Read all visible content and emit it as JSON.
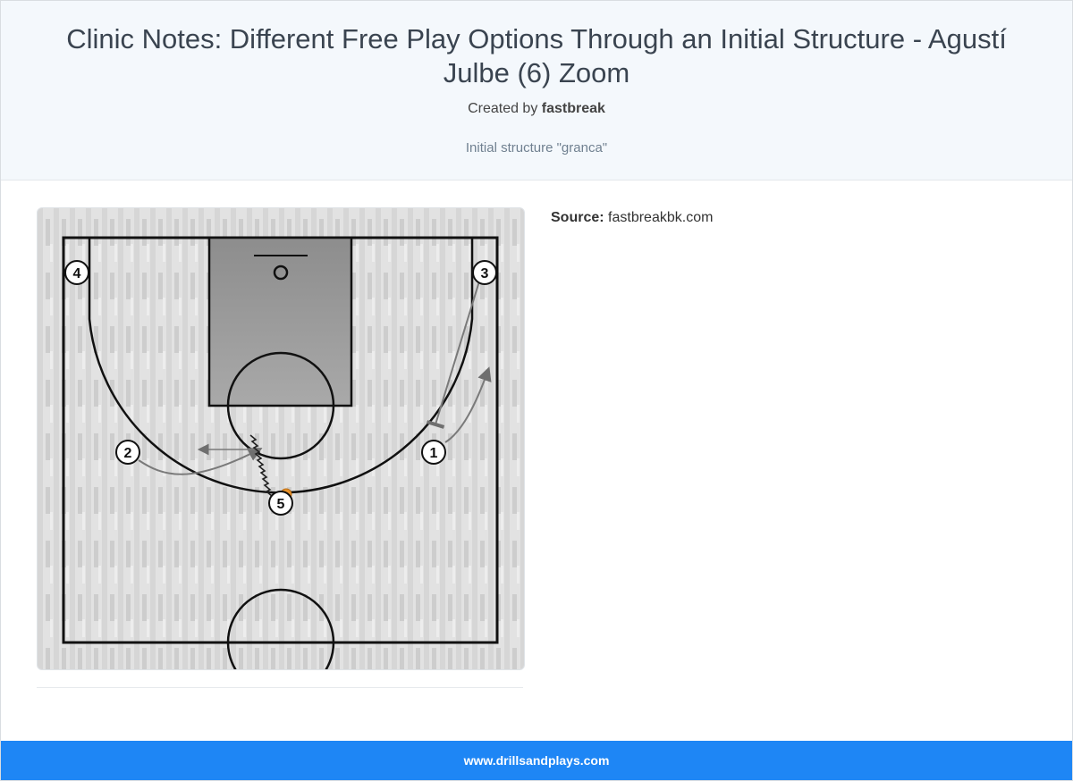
{
  "header": {
    "title": "Clinic Notes: Different Free Play Options Through an Initial Structure - Agustí Julbe (6) Zoom",
    "created_by_prefix": "Created by",
    "author": "fastbreak",
    "subtitle": "Initial structure \"granca\""
  },
  "diagram": {
    "players": [
      {
        "label": "4"
      },
      {
        "label": "3"
      },
      {
        "label": "2"
      },
      {
        "label": "1"
      },
      {
        "label": "5"
      }
    ],
    "colors": {
      "court_line": "#111111",
      "paint": "#9a9a9a",
      "movement_arrow": "#777777",
      "ball": "#e8922a"
    }
  },
  "source": {
    "label": "Source:",
    "value": "fastbreakbk.com"
  },
  "footer": {
    "site": "www.drillsandplays.com"
  }
}
